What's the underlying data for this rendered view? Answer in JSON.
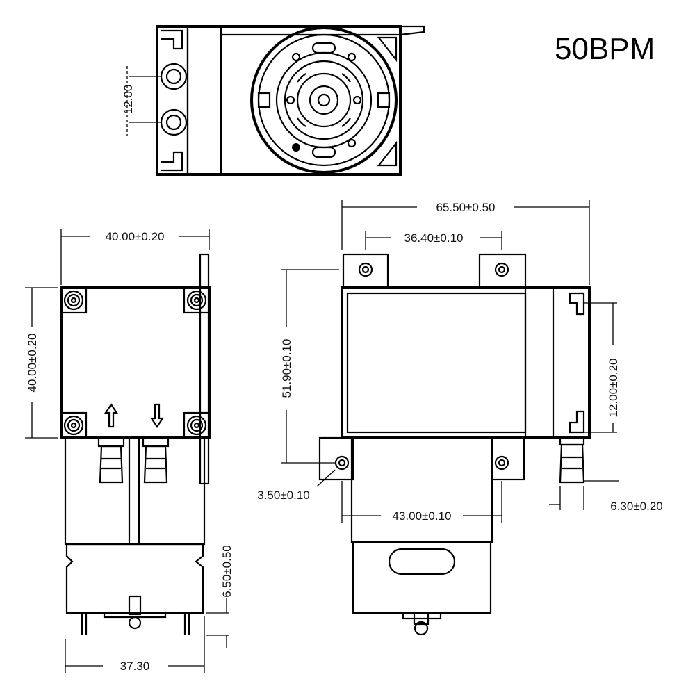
{
  "title": "50BPM",
  "colors": {
    "ink": "#000000",
    "background": "#ffffff"
  },
  "dimensions": {
    "top_port_spacing": "12.00",
    "front_width": "40.00±0.20",
    "front_height": "40.00±0.20",
    "bottom_depth": "6.50±0.50",
    "base_width": "37.30",
    "overall_length": "65.50±0.50",
    "hole_spacing_top": "36.40±0.10",
    "height_to_hole": "51.90±0.10",
    "side_port_spacing": "12.00±0.20",
    "hole_diameter": "3.50±0.10",
    "hole_spacing_bottom": "43.00±0.10",
    "nozzle_diameter": "6.30±0.20"
  }
}
